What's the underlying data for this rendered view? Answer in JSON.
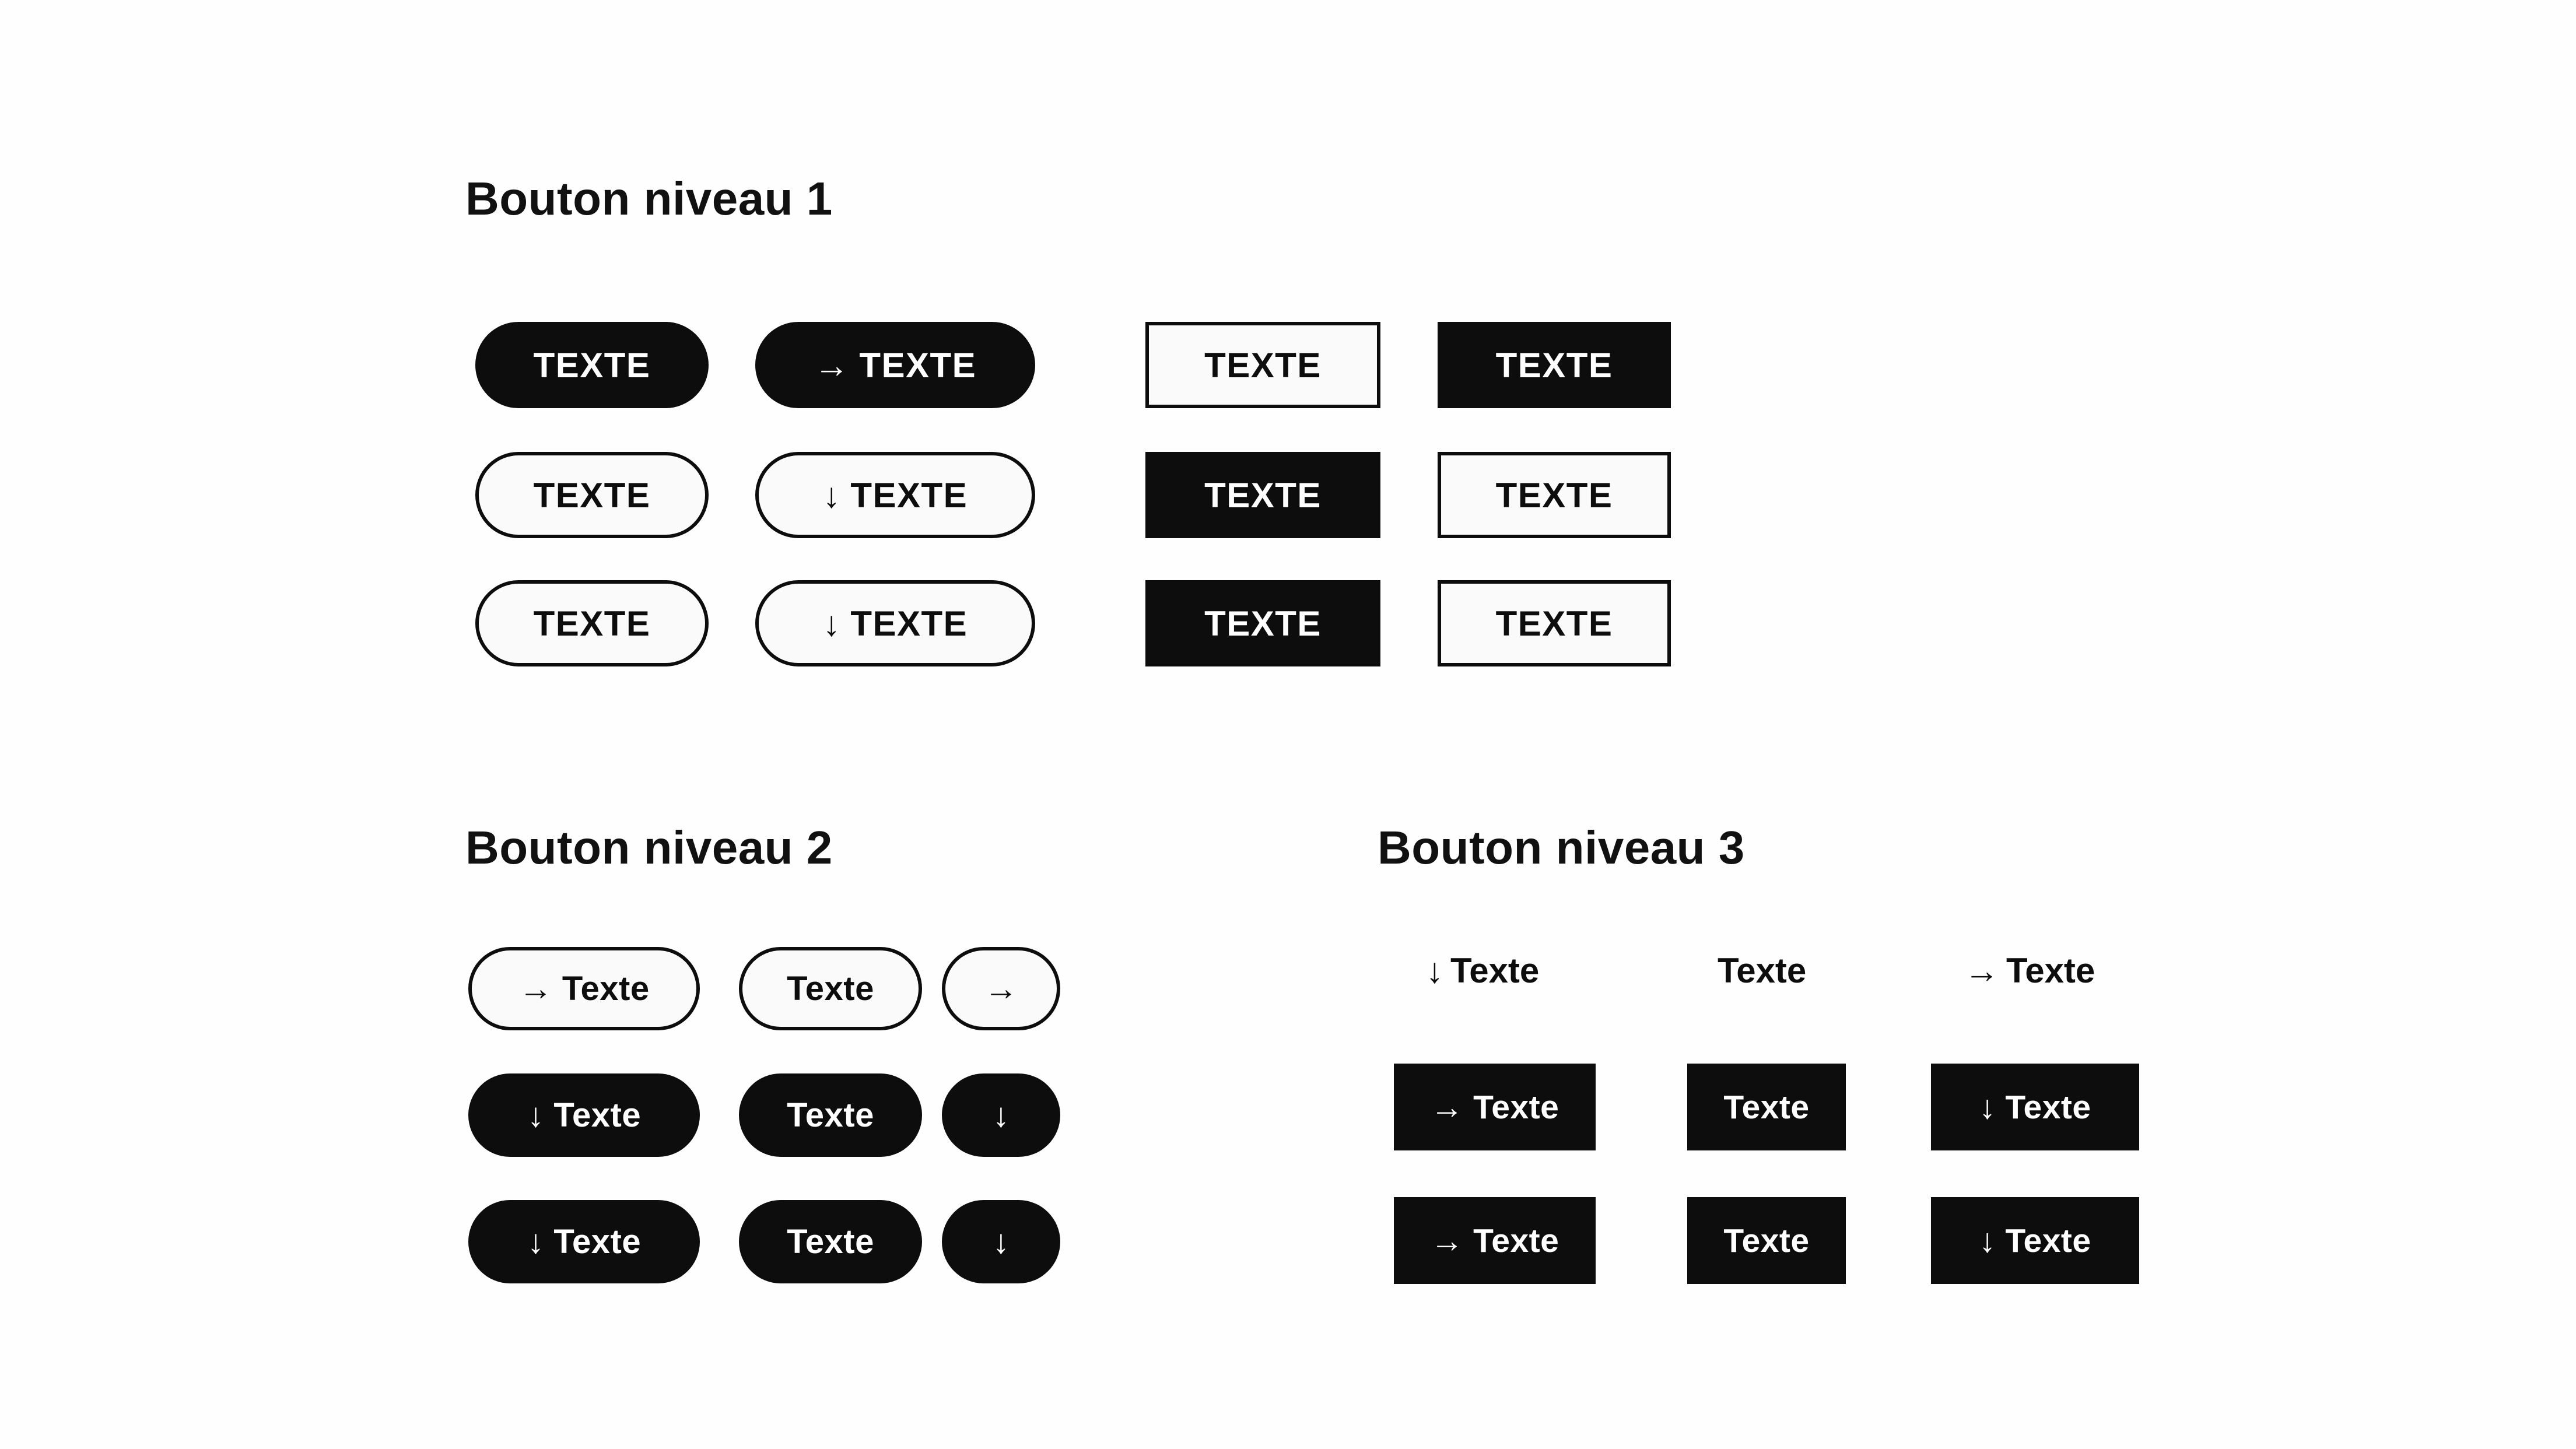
{
  "colors": {
    "black": "#0d0d0d",
    "surface": "#fafafa",
    "background": "#fefefe"
  },
  "icons": {
    "arrow_right": "→",
    "arrow_down": "↓"
  },
  "sections": {
    "niveau1": {
      "title": "Bouton niveau 1",
      "rows": [
        {
          "buttons": [
            {
              "style": "pill-solid",
              "label": "TEXTE"
            },
            {
              "style": "pill-solid",
              "icon": "→",
              "label": "TEXTE"
            },
            {
              "style": "rect-outline",
              "label": "TEXTE"
            },
            {
              "style": "rect-solid",
              "label": "TEXTE"
            }
          ]
        },
        {
          "buttons": [
            {
              "style": "pill-outline",
              "label": "TEXTE"
            },
            {
              "style": "pill-outline",
              "icon": "↓",
              "label": "TEXTE"
            },
            {
              "style": "rect-solid",
              "label": "TEXTE"
            },
            {
              "style": "rect-outline",
              "label": "TEXTE"
            }
          ]
        },
        {
          "buttons": [
            {
              "style": "pill-outline",
              "label": "TEXTE"
            },
            {
              "style": "pill-outline",
              "icon": "↓",
              "label": "TEXTE"
            },
            {
              "style": "rect-solid",
              "label": "TEXTE"
            },
            {
              "style": "rect-outline",
              "label": "TEXTE"
            }
          ]
        }
      ]
    },
    "niveau2": {
      "title": "Bouton niveau 2",
      "rows": [
        {
          "buttons": [
            {
              "style": "pill-outline",
              "icon": "→",
              "label": "Texte"
            },
            {
              "style": "pill-outline",
              "label": "Texte"
            },
            {
              "style": "pill-outline",
              "icon": "→"
            }
          ]
        },
        {
          "buttons": [
            {
              "style": "pill-solid",
              "icon": "↓",
              "label": "Texte"
            },
            {
              "style": "pill-solid",
              "label": "Texte"
            },
            {
              "style": "pill-solid",
              "icon": "↓"
            }
          ]
        },
        {
          "buttons": [
            {
              "style": "pill-solid",
              "icon": "↓",
              "label": "Texte"
            },
            {
              "style": "pill-solid",
              "label": "Texte"
            },
            {
              "style": "pill-solid",
              "icon": "↓"
            }
          ]
        }
      ]
    },
    "niveau3": {
      "title": "Bouton niveau 3",
      "links": [
        {
          "icon": "↓",
          "label": "Texte"
        },
        {
          "label": "Texte"
        },
        {
          "icon": "→",
          "label": "Texte"
        }
      ],
      "rows": [
        {
          "buttons": [
            {
              "style": "rect-solid",
              "icon": "→",
              "label": "Texte"
            },
            {
              "style": "rect-solid",
              "label": "Texte"
            },
            {
              "style": "rect-solid",
              "icon": "↓",
              "label": "Texte"
            }
          ]
        },
        {
          "buttons": [
            {
              "style": "rect-solid",
              "icon": "→",
              "label": "Texte"
            },
            {
              "style": "rect-solid",
              "label": "Texte"
            },
            {
              "style": "rect-solid",
              "icon": "↓",
              "label": "Texte"
            }
          ]
        }
      ]
    }
  }
}
